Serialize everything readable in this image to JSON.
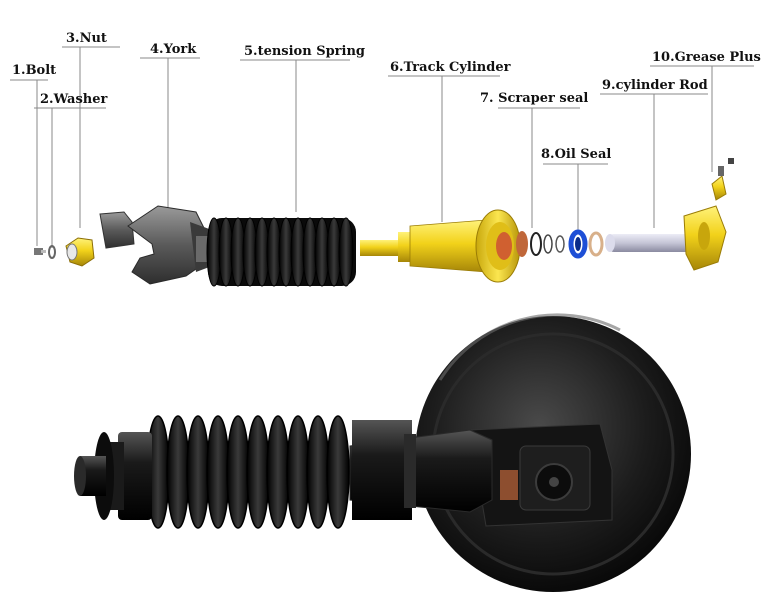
{
  "labels": {
    "bolt": "1.Bolt",
    "washer": "2.Washer",
    "nut": "3.Nut",
    "york": "4.York",
    "spring": "5.tension Spring",
    "cylinder": "6.Track Cylinder",
    "scraper": "7. Scraper seal",
    "oilseal": "8.Oil Seal",
    "rod": "9.cylinder Rod",
    "grease": "10.Grease Plus"
  },
  "colors": {
    "yellow": "#f2d21a",
    "yellow_dark": "#b89608",
    "black": "#111111",
    "gray": "#5a5a5a",
    "blue": "#1e4fd6",
    "copper": "#c0673a",
    "rod": "#c5c5d6"
  }
}
